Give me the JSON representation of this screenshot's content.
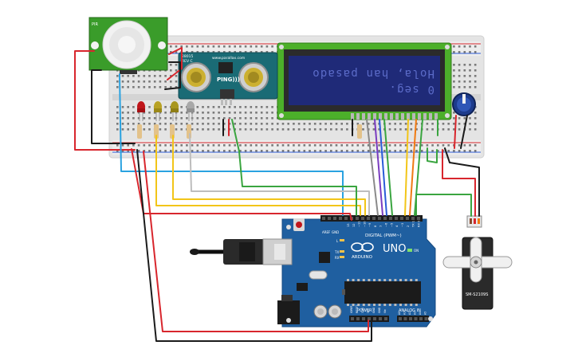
{
  "lcd": {
    "line1": "Hola, han pasado",
    "line2": "0 seg."
  },
  "ultrasonic": {
    "label": "PING)))",
    "site": "www.parallax.com",
    "model": "28015",
    "rev": "REV C"
  },
  "pir": {
    "label": "PIR"
  },
  "arduino": {
    "brand": "ARDUINO",
    "model": "UNO",
    "digital_label": "DIGITAL (PWM~)",
    "power_label": "POWER",
    "analog_label": "ANALOG IN",
    "aref": "AREF",
    "gnd": "GND",
    "led_l": "L",
    "led_tx": "TX",
    "led_rx": "RX",
    "on": "ON",
    "digital_pins": [
      "13",
      "12",
      "~11",
      "~10",
      "~9",
      "8",
      "7",
      "~6",
      "~5",
      "4",
      "~3",
      "2",
      "TX 1",
      "RX 0"
    ],
    "power_pins": [
      "IOREF",
      "RESET",
      "3.3V",
      "5V",
      "GND",
      "GND",
      "Vin"
    ],
    "analog_pins": [
      "A0",
      "A1",
      "A2",
      "A3",
      "A4",
      "A5"
    ]
  },
  "servo": {
    "label": "SM-S2109S"
  },
  "colors": {
    "breadboard": "#e3e3e3",
    "arduino_board": "#1f5fa0",
    "lcd_pcb": "#4caf2a",
    "lcd_screen": "#1f2a78",
    "sonar_pcb": "#1a6b75",
    "pir_pcb": "#3a9c2a",
    "wire_red": "#d8262d",
    "wire_black": "#1b1b1b",
    "wire_yellow": "#f2c518",
    "wire_green": "#3aa540",
    "wire_blue": "#2aa2e0",
    "wire_orange": "#f07a12",
    "wire_purple": "#7a3cc0",
    "wire_gray": "#8a8a8a"
  }
}
